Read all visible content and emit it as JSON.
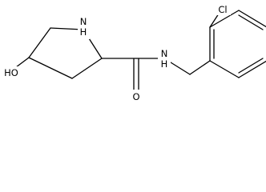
{
  "structure": {
    "atoms": {
      "ho": "HO",
      "nh_ring": "N\nH",
      "nh_amide": "N\nH",
      "o": "O",
      "cl": "Cl"
    }
  },
  "colors": {
    "bond": "#000000",
    "label": "#000000",
    "background": "#ffffff"
  }
}
